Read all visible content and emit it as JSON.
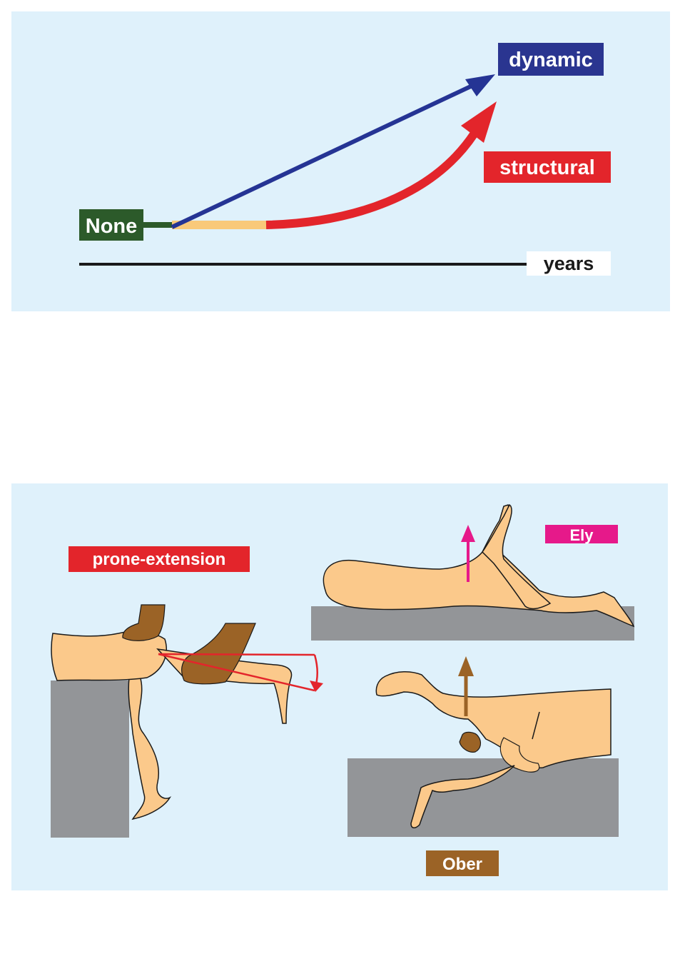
{
  "top": {
    "labels": {
      "none": "None",
      "dynamic": "dynamic",
      "structural": "structural",
      "years": "years"
    },
    "colors": {
      "panel_bg": "#dff1fb",
      "none_box": "#2c5a2a",
      "dynamic_box": "#2a3590",
      "dynamic_arrow": "#253494",
      "structural_box": "#e3252b",
      "structural_arrow": "#e3252b",
      "latent_segment": "#f9c97a",
      "axis": "#1a1a1a"
    }
  },
  "bottom": {
    "labels": {
      "prone_extension": "prone-extension",
      "ely": "Ely",
      "ober": "Ober"
    },
    "colors": {
      "skin": "#fbc98b",
      "table": "#939598",
      "examiner_hand": "#9b6326",
      "prone_box": "#e3252b",
      "ely_box": "#e6198a",
      "ober_box": "#9b6326",
      "ely_arrow": "#e6198a",
      "ober_arrow": "#9b6326",
      "prone_arc": "#e3252b"
    }
  }
}
